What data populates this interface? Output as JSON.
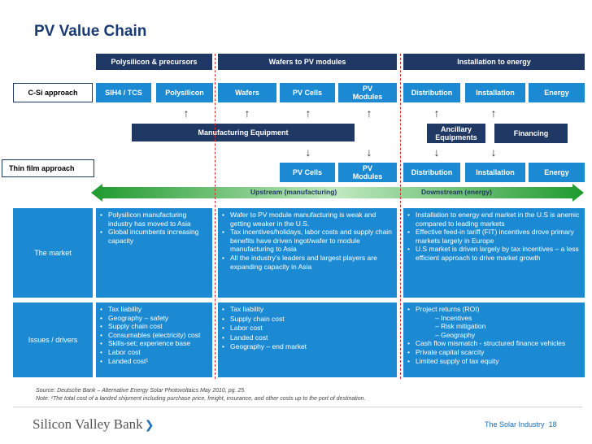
{
  "title": "PV Value Chain",
  "stage_headers": [
    "Polysilicon & precursors",
    "Wafers to PV modules",
    "Installation to energy"
  ],
  "row_labels": {
    "csi": "C-Si approach",
    "thin": "Thin film approach",
    "market": "The market",
    "issues": "Issues / drivers"
  },
  "csi_chain": [
    "SIH4 / TCS",
    "Polysilicon",
    "Wafers",
    "PV Cells",
    "PV Modules",
    "Distribution",
    "Installation",
    "Energy"
  ],
  "support": {
    "equipment": "Manufacturing Equipment",
    "ancillary": "Ancillary Equipments",
    "financing": "Financing"
  },
  "thin_chain": [
    "PV Cells",
    "PV Modules",
    "Distribution",
    "Installation",
    "Energy"
  ],
  "streams": {
    "upstream": "Upstream (manufacturing)",
    "downstream": "Downstream (energy)"
  },
  "market": {
    "col1": [
      "Polysilicon manufacturing industry has moved  to Asia",
      "Global incumbents increasing capacity"
    ],
    "col2": [
      "Wafer to PV module manufacturing is weak and getting weaker in the U.S.",
      "Tax incentives/holidays, labor costs and supply chain benefits have driven ingot/wafer to module manufacturing to Asia",
      "All the industry’s leaders and largest players are expanding capacity in Asia"
    ],
    "col3": [
      "Installation to energy end market in the U.S is anemic compared to leading markets",
      "Effective feed-in tariff (FIT) incentives drove primary markets largely in Europe",
      "U.S market is driven largely by tax incentives – a less  efficient approach to drive market growth"
    ]
  },
  "issues": {
    "col1": [
      "Tax liability",
      "Geography – safety",
      "Supply chain cost",
      "Consumables (electricity) cost",
      "Skills-set; experience base",
      "Labor cost",
      " Landed cost¹"
    ],
    "col2": [
      "Tax liability",
      "Supply chain cost",
      "Labor cost",
      "Landed cost",
      "Geography – end market"
    ],
    "col3_first": " Project returns (ROI)",
    "col3_sub": [
      "– Incentives",
      "– Risk mitigation",
      "– Geography"
    ],
    "col3_rest": [
      "Cash flow mismatch - structured finance vehicles",
      " Private capital scarcity",
      " Limited supply of tax equity"
    ]
  },
  "source": "Source: Deutsche Bank – Alternative Energy Solar Photovoltaics May 2010, pg. 25.",
  "note": "Note: ¹The total cost of a landed shipment including purchase price, freight, insurance, and other costs up to the port of destination.",
  "footer": {
    "logo": "Silicon Valley Bank",
    "logo_mark": "❯",
    "text": "The Solar Industry",
    "page": "18"
  }
}
